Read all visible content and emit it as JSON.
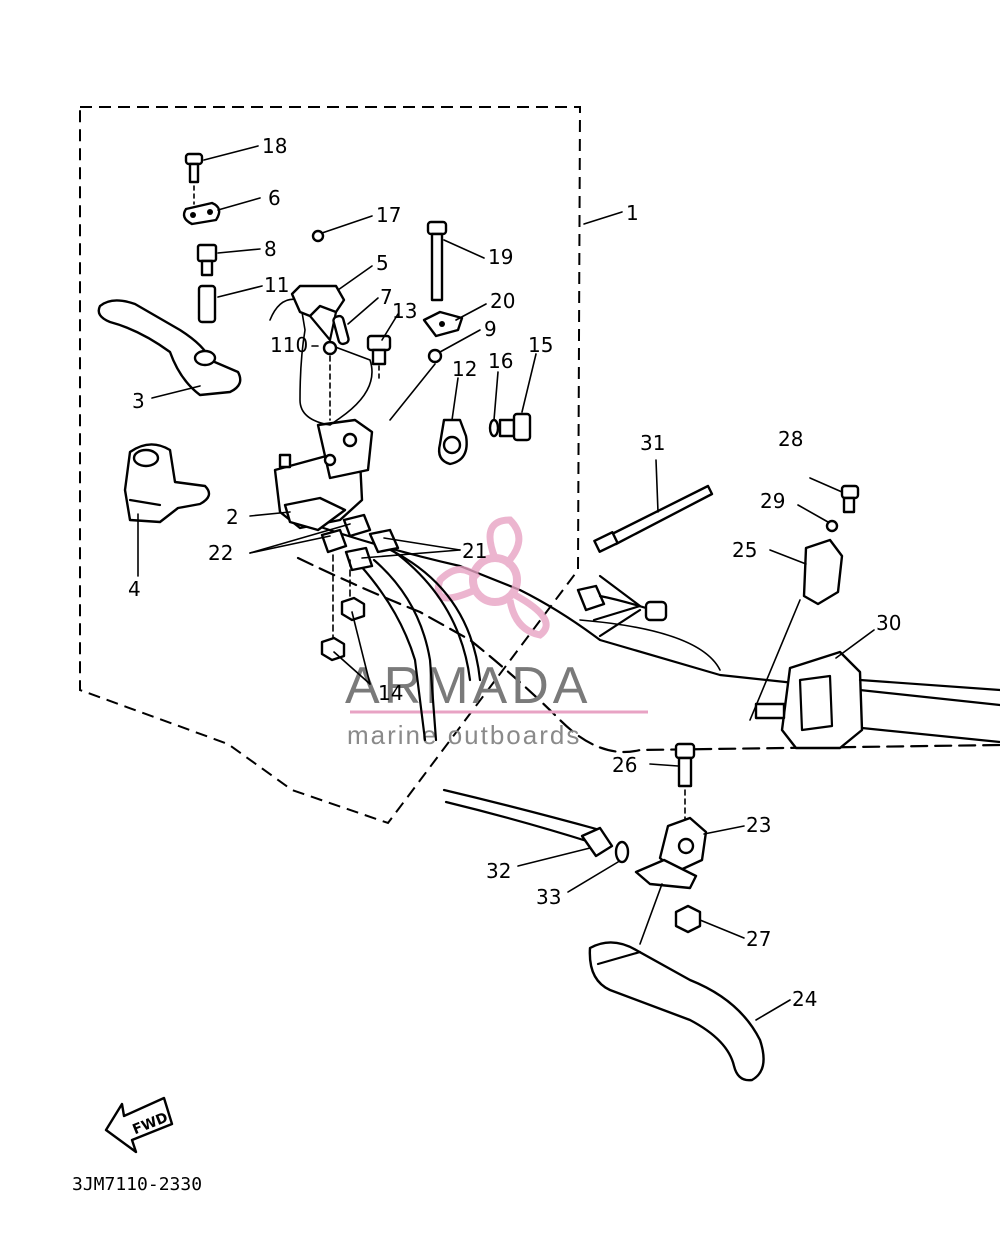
{
  "diagram_code": "3JM7110-2330",
  "fwd_label": "FWD",
  "watermark": {
    "brand": "ARMADA",
    "tagline": "marine outboards",
    "accent_color": "#e8a3c4",
    "text_color": "#7a7a7a"
  },
  "callouts": [
    "18",
    "6",
    "17",
    "8",
    "11",
    "5",
    "7",
    "19",
    "20",
    "13",
    "110",
    "9",
    "3",
    "12",
    "16",
    "15",
    "2",
    "4",
    "22",
    "21",
    "14",
    "31",
    "28",
    "29",
    "25",
    "30",
    "26",
    "23",
    "32",
    "33",
    "27",
    "24",
    "1"
  ]
}
